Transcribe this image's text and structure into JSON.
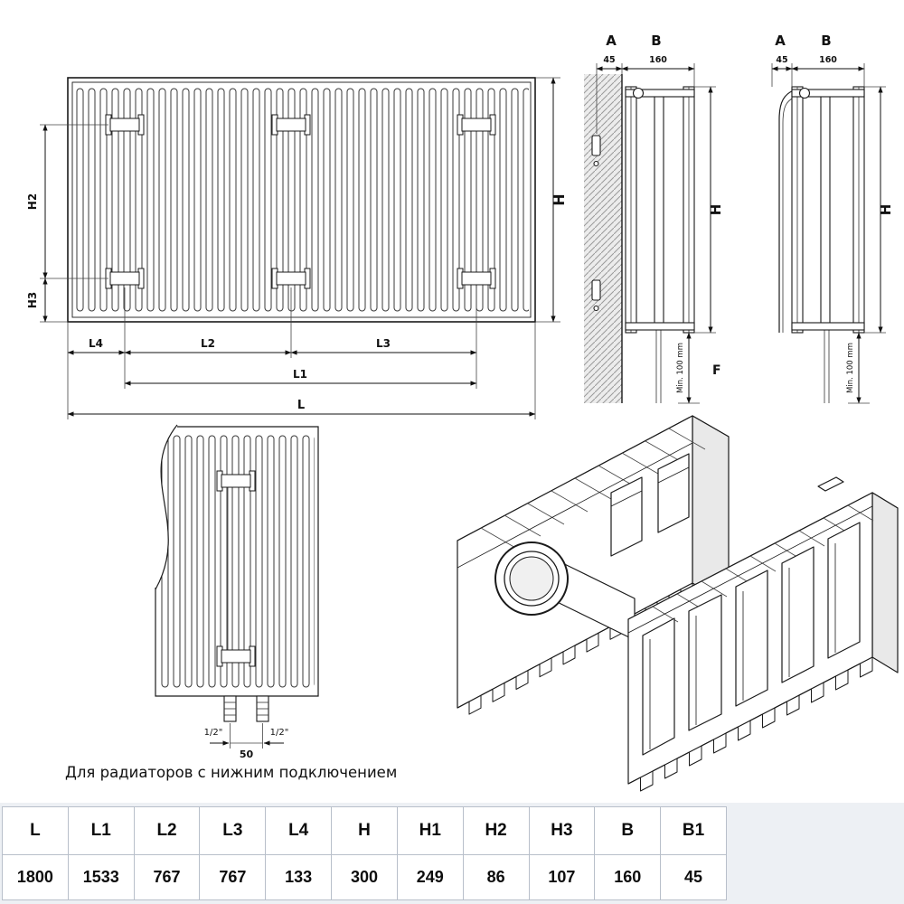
{
  "front_view": {
    "h": "H",
    "h2": "H2",
    "h3": "H3",
    "l": "L",
    "l1": "L1",
    "l2": "L2",
    "l3": "L3",
    "l4": "L4"
  },
  "side_wall": {
    "a": "A",
    "b": "B",
    "gap": "45",
    "depth": "160",
    "h": "H",
    "min_clearance": "Min. 100 mm",
    "f": "F"
  },
  "side_bracket": {
    "a": "A",
    "b": "B",
    "gap": "45",
    "depth": "160",
    "h": "H",
    "min_clearance": "Min. 100 mm"
  },
  "bottom_connection": {
    "pipe_left": "1/2\"",
    "pipe_right": "1/2\"",
    "pipe_spacing": "50",
    "caption": "Для радиаторов с нижним подключением"
  },
  "table": {
    "headers": [
      "L",
      "L1",
      "L2",
      "L3",
      "L4",
      "H",
      "H1",
      "H2",
      "H3",
      "B",
      "B1"
    ],
    "values": [
      "1800",
      "1533",
      "767",
      "767",
      "133",
      "300",
      "249",
      "86",
      "107",
      "160",
      "45"
    ]
  }
}
